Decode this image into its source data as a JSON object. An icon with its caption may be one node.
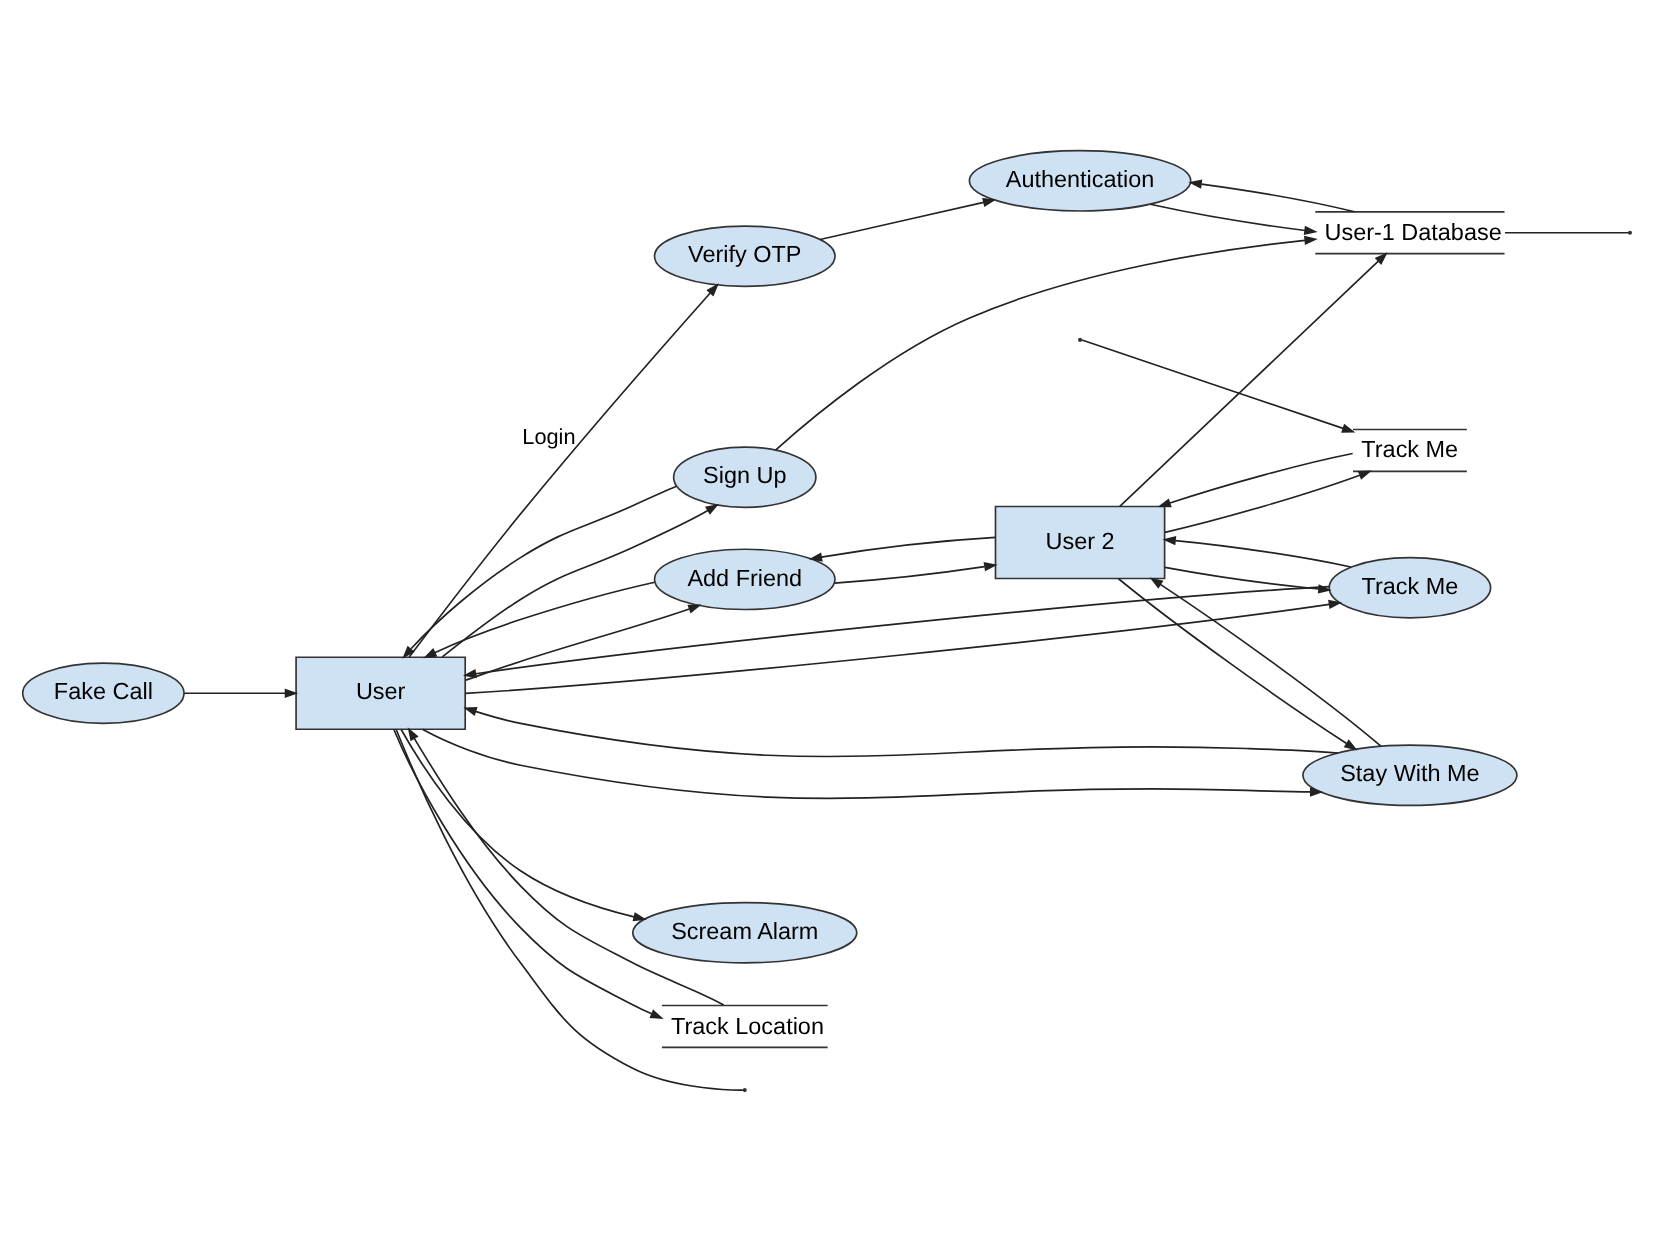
{
  "diagram": {
    "nodes": [
      {
        "text": [
          "User"
        ]
      },
      {
        "text": [
          "Verify OTP"
        ]
      },
      {
        "text": [
          "Authentication"
        ]
      },
      {
        "text": [
          "User-1 Database"
        ]
      },
      {
        "text": [
          "Sign Up"
        ]
      },
      {
        "text": [
          "Add Friend"
        ]
      },
      {
        "text": [
          "Stay With Me"
        ]
      },
      {
        "text": [
          "Track Me"
        ]
      },
      {
        "text": [
          "User 2"
        ]
      },
      {
        "text": [
          "Fake Call"
        ]
      },
      {
        "text": [
          "Scream Alarm"
        ]
      },
      {
        "text": [
          "Track Location"
        ]
      },
      {
        "text": [
          "Track Me"
        ]
      }
    ],
    "edges": [
      {
        "from": 0,
        "to": 1,
        "arrow": "to",
        "label": "Login"
      },
      {
        "from": 1,
        "to": 2,
        "arrow": "to"
      },
      {
        "from": 2,
        "to": 3,
        "arrow": "to"
      },
      {
        "from": 4,
        "to": 3,
        "arrow": "to"
      },
      {
        "from": 3,
        "to": 2,
        "arrow": "to"
      },
      {
        "from": 0,
        "to": 4,
        "arrow": "to"
      },
      {
        "from": 4,
        "to": 0,
        "arrow": "to"
      },
      {
        "from": 0,
        "to": 5,
        "arrow": "to"
      },
      {
        "from": 5,
        "to": 0,
        "arrow": "to"
      },
      {
        "from": 0,
        "to": 6,
        "arrow": "to"
      },
      {
        "from": 6,
        "to": 0,
        "arrow": "to"
      },
      {
        "from": 0,
        "to": 7,
        "arrow": "to"
      },
      {
        "from": 7,
        "to": 0,
        "arrow": "to"
      },
      {
        "from": 0,
        "to": 11,
        "arrow": "to"
      },
      {
        "from": 11,
        "to": 0,
        "arrow": "to"
      },
      {
        "from": 0,
        "to": 10,
        "arrow": "to"
      },
      {
        "from": 9,
        "to": 0,
        "arrow": "to"
      },
      {
        "from": 0,
        "to": null,
        "arrow": "none"
      },
      {
        "from": 5,
        "to": 8,
        "arrow": "to"
      },
      {
        "from": 8,
        "to": 5,
        "arrow": "to"
      },
      {
        "from": 6,
        "to": 8,
        "arrow": "to"
      },
      {
        "from": 8,
        "to": 6,
        "arrow": "to"
      },
      {
        "from": 7,
        "to": 8,
        "arrow": "to"
      },
      {
        "from": 8,
        "to": 7,
        "arrow": "to"
      },
      {
        "from": 8,
        "to": 3,
        "arrow": "to"
      },
      {
        "from": 3,
        "to": null,
        "arrow": "none"
      },
      {
        "from": 8,
        "to": 12,
        "arrow": "to"
      },
      {
        "from": 12,
        "to": 8,
        "arrow": "to"
      },
      {
        "from": null,
        "to": 12,
        "arrow": "to"
      }
    ]
  }
}
